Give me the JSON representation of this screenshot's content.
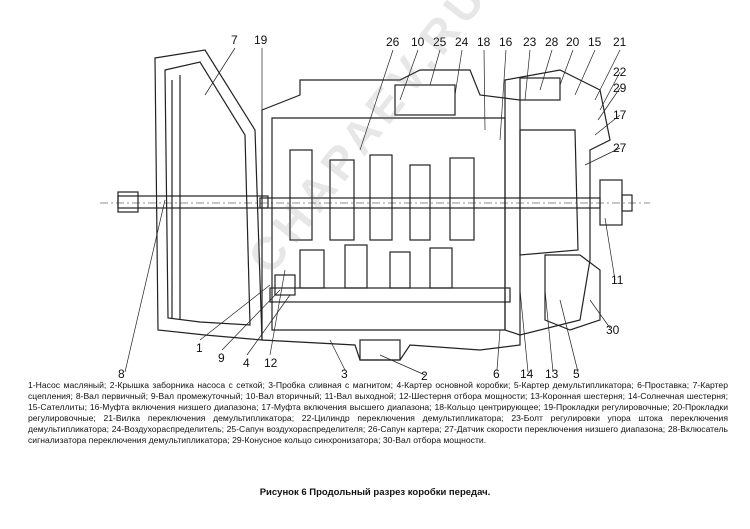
{
  "figure": {
    "callouts": [
      "7",
      "19",
      "26",
      "10",
      "25",
      "24",
      "18",
      "16",
      "23",
      "28",
      "20",
      "15",
      "21",
      "22",
      "29",
      "17",
      "27",
      "11",
      "30",
      "8",
      "1",
      "9",
      "4",
      "12",
      "3",
      "2",
      "6",
      "14",
      "13",
      "5"
    ],
    "legend": [
      "1-Насос масляный;",
      "2-Крышка заборника насоса с сеткой;",
      "3-Пробка сливная с магнитом;",
      "4-Картер основной коробки;",
      "5-Картер демультипликатора;",
      "6-Проставка;",
      "7-Картер сцепления;",
      "8-Вал первичный;",
      "9-Вал промежуточный;",
      "10-Вал вторичный;",
      "11-Вал выходной;",
      "12-Шестерня отбора мощности;",
      "13-Коронная шестерня;",
      "14-Солнечная шестерня;",
      "15-Сателлиты;",
      "16-Муфта включения низшего диапазона;",
      "17-Муфта включения высшего диапазона;",
      "18-Кольцо центрирующее;",
      "19-Прокладки регулировочные;",
      "20-Прокладки регулировочные;",
      "21-Вилка переключения демультипликатора;",
      "22-Цилиндр переключения демультипликатора;",
      "23-Болт регулировки упора штока переключения демультипликатора;",
      "24-Воздухораспределитель;",
      "25-Сапун воздухораспределителя;",
      "26-Сапун картера;",
      "27-Датчик скорости переключения низшего диапазона;",
      "28-Вклюсатель сигнализатора переключения демультипликатора;",
      "29-Конусное кольцо синхронизатора;",
      "30-Вал отбора мощности."
    ],
    "caption": "Рисунок 6 Продольный разрез коробки передач.",
    "watermark": "CHAPAEV.RU"
  }
}
